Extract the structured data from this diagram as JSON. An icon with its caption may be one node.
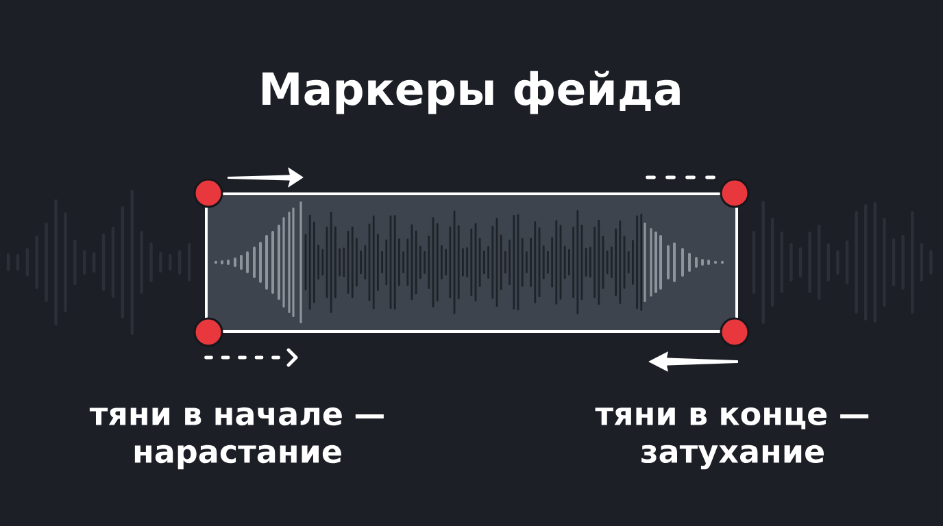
{
  "diagram": {
    "title": "Маркеры фейда",
    "labels": [
      "тяни в начале — нарастание",
      "тяни в конце — затухание"
    ]
  }
}
